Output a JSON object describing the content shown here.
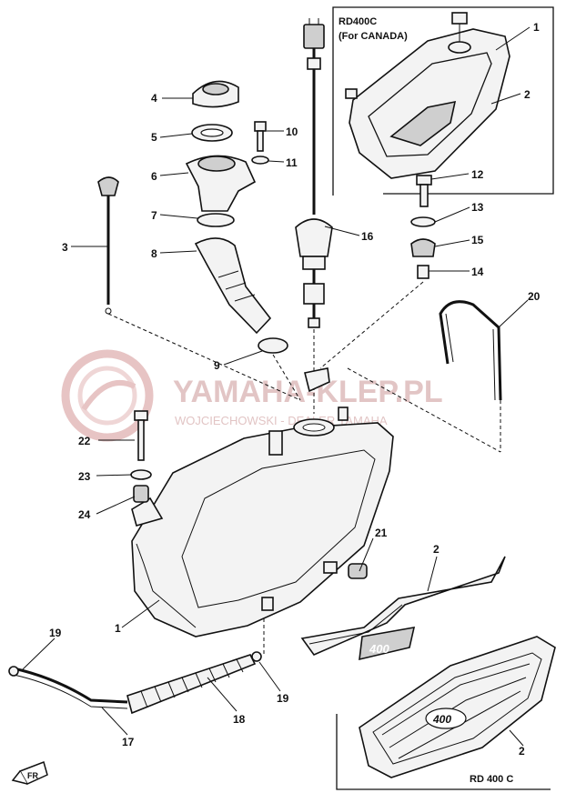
{
  "box_caption": {
    "line1": "RD400C",
    "line2": "(For CANADA)"
  },
  "bottom_caption": "RD 400 C",
  "watermark": {
    "brand": "YAMAHA-KLEP.PL",
    "subline": "WOJCIECHOWSKI - DEALER YAMAHA"
  },
  "emblem_text": "400",
  "decal_text": "400",
  "fr_label": "FR",
  "callouts": {
    "c1_top": "1",
    "c2_top": "2",
    "c3": "3",
    "c4": "4",
    "c5": "5",
    "c6": "6",
    "c7": "7",
    "c8": "8",
    "c9": "9",
    "c10": "10",
    "c11": "11",
    "c12": "12",
    "c13": "13",
    "c14": "14",
    "c15": "15",
    "c16": "16",
    "c17": "17",
    "c18": "18",
    "c19_left": "19",
    "c19_right": "19",
    "c20": "20",
    "c21": "21",
    "c22": "22",
    "c23": "23",
    "c24": "24",
    "c1_main": "1",
    "c2_mid": "2",
    "c2_bottom": "2"
  },
  "colors": {
    "ink": "#111111",
    "watermark": "#e2c5c5",
    "background": "#ffffff"
  }
}
